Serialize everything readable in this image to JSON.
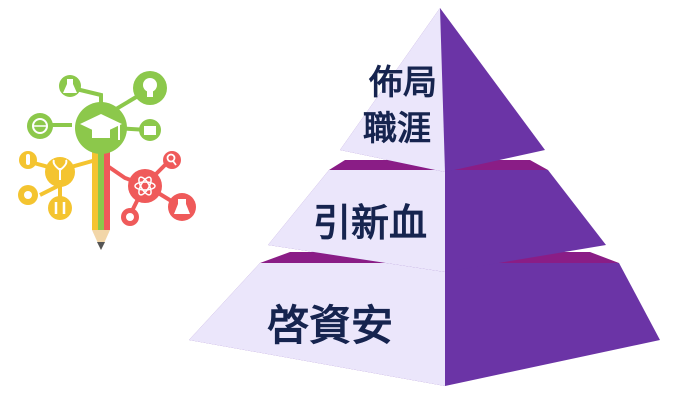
{
  "pyramid": {
    "tiers": [
      {
        "label_lines": [
          "佈局",
          "職涯"
        ]
      },
      {
        "label_lines": [
          "引新血"
        ]
      },
      {
        "label_lines": [
          "啓資安"
        ]
      }
    ],
    "colors": {
      "left_face": "#ebe6fb",
      "right_face": "#6b34a6",
      "top_band": "#8a1d86",
      "top_band_edge": "#b23aa0",
      "text": "#16244f"
    }
  },
  "illustration": {
    "description_icons": [
      "graduation-cap-icon",
      "globe-icon",
      "lightbulb-icon",
      "flask-icon",
      "folder-icon",
      "atom-icon",
      "magnifier-icon",
      "beaker-icon",
      "test-tube-icon",
      "gear-icon",
      "plant-icon",
      "pencil-icon"
    ],
    "colors": {
      "green": "#8cc84b",
      "yellow": "#f4c430",
      "red": "#ef5a5a",
      "teal": "#6fc4b6"
    }
  }
}
